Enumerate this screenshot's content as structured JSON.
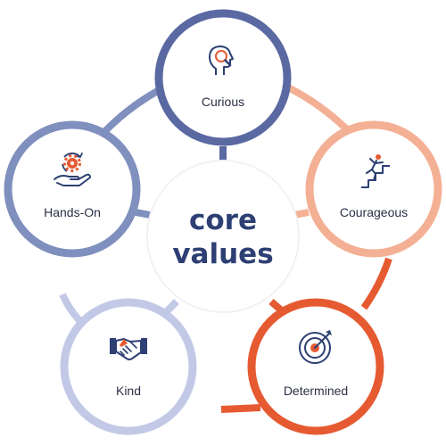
{
  "center": {
    "line1": "core",
    "line2": "values"
  },
  "values": [
    {
      "label": "Curious",
      "icon": "head-magnifier-icon",
      "color": "#5a69a2"
    },
    {
      "label": "Courageous",
      "icon": "climbing-figure-icon",
      "color": "#f4b094"
    },
    {
      "label": "Determined",
      "icon": "target-arrow-icon",
      "color": "#e65a32"
    },
    {
      "label": "Kind",
      "icon": "handshake-icon",
      "color": "#c2c9e7"
    },
    {
      "label": "Hands-On",
      "icon": "hand-gear-icon",
      "color": "#7f8fbe"
    }
  ]
}
